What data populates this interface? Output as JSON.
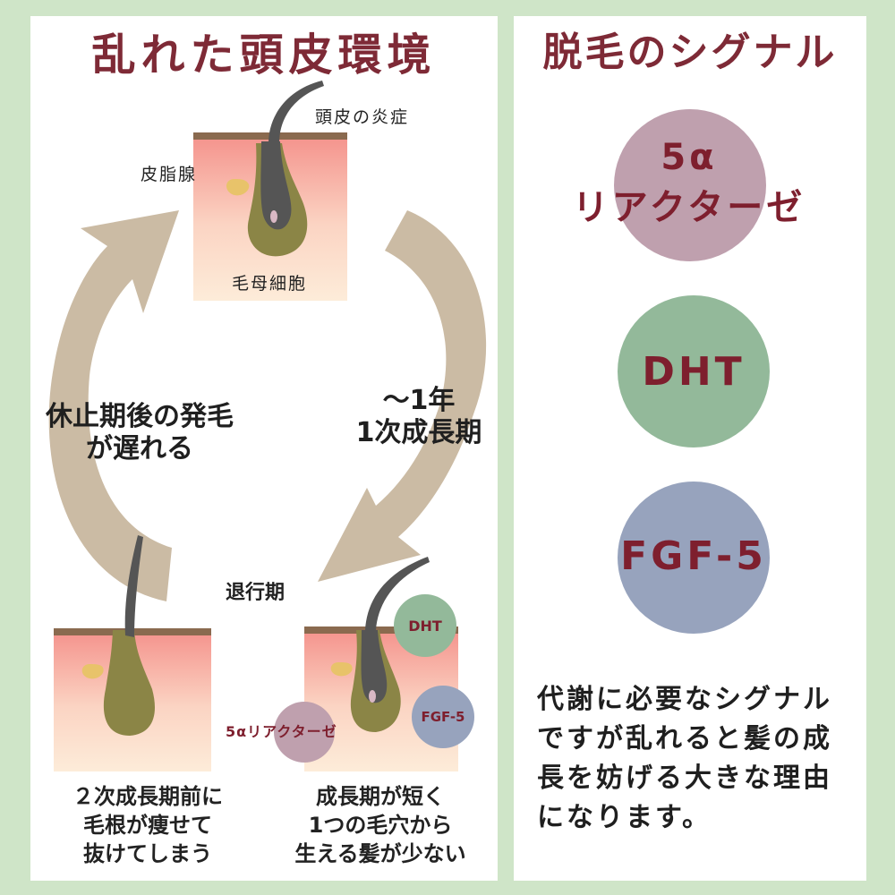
{
  "colors": {
    "background": "#cfe5c8",
    "title": "#7e2a36",
    "arrow": "#cbbba4",
    "circle_5a": "#bfa0ae",
    "circle_dht": "#93b99a",
    "circle_fgf": "#97a3bd",
    "skin_top": "#f4908a",
    "skin_bottom": "#fde9d6",
    "follicle": "#8b8546",
    "hair": "#555555"
  },
  "left": {
    "title": "乱れた頭皮環境",
    "top_diagram": {
      "label_inflammation": "頭皮の炎症",
      "label_sebaceous": "皮脂腺",
      "label_matrix": "毛母細胞"
    },
    "cycle": {
      "left_label_line1": "休止期後の発毛",
      "left_label_line2": "が遅れる",
      "right_label_line1": "～1年",
      "right_label_line2": "1次成長期",
      "regression_label": "退行期"
    },
    "bottom_left_caption": [
      "２次成長期前に",
      "毛根が痩せて",
      "抜けてしまう"
    ],
    "bottom_right_caption": [
      "成長期が短く",
      "1つの毛穴から",
      "生える髪が少ない"
    ],
    "small_circles": {
      "dht": "DHT",
      "fgf": "FGF-5",
      "alpha": "5αリアクターゼ"
    }
  },
  "right": {
    "title": "脱毛のシグナル",
    "signals": {
      "alpha_line1": "5α",
      "alpha_line2": "リアクターゼ",
      "dht": "DHT",
      "fgf": "FGF-5"
    },
    "description": "代謝に必要なシグナルですが乱れると髪の成長を妨げる大きな理由になります。"
  },
  "icons": [
    "hair-follicle-icon",
    "cycle-arrow-icon"
  ]
}
